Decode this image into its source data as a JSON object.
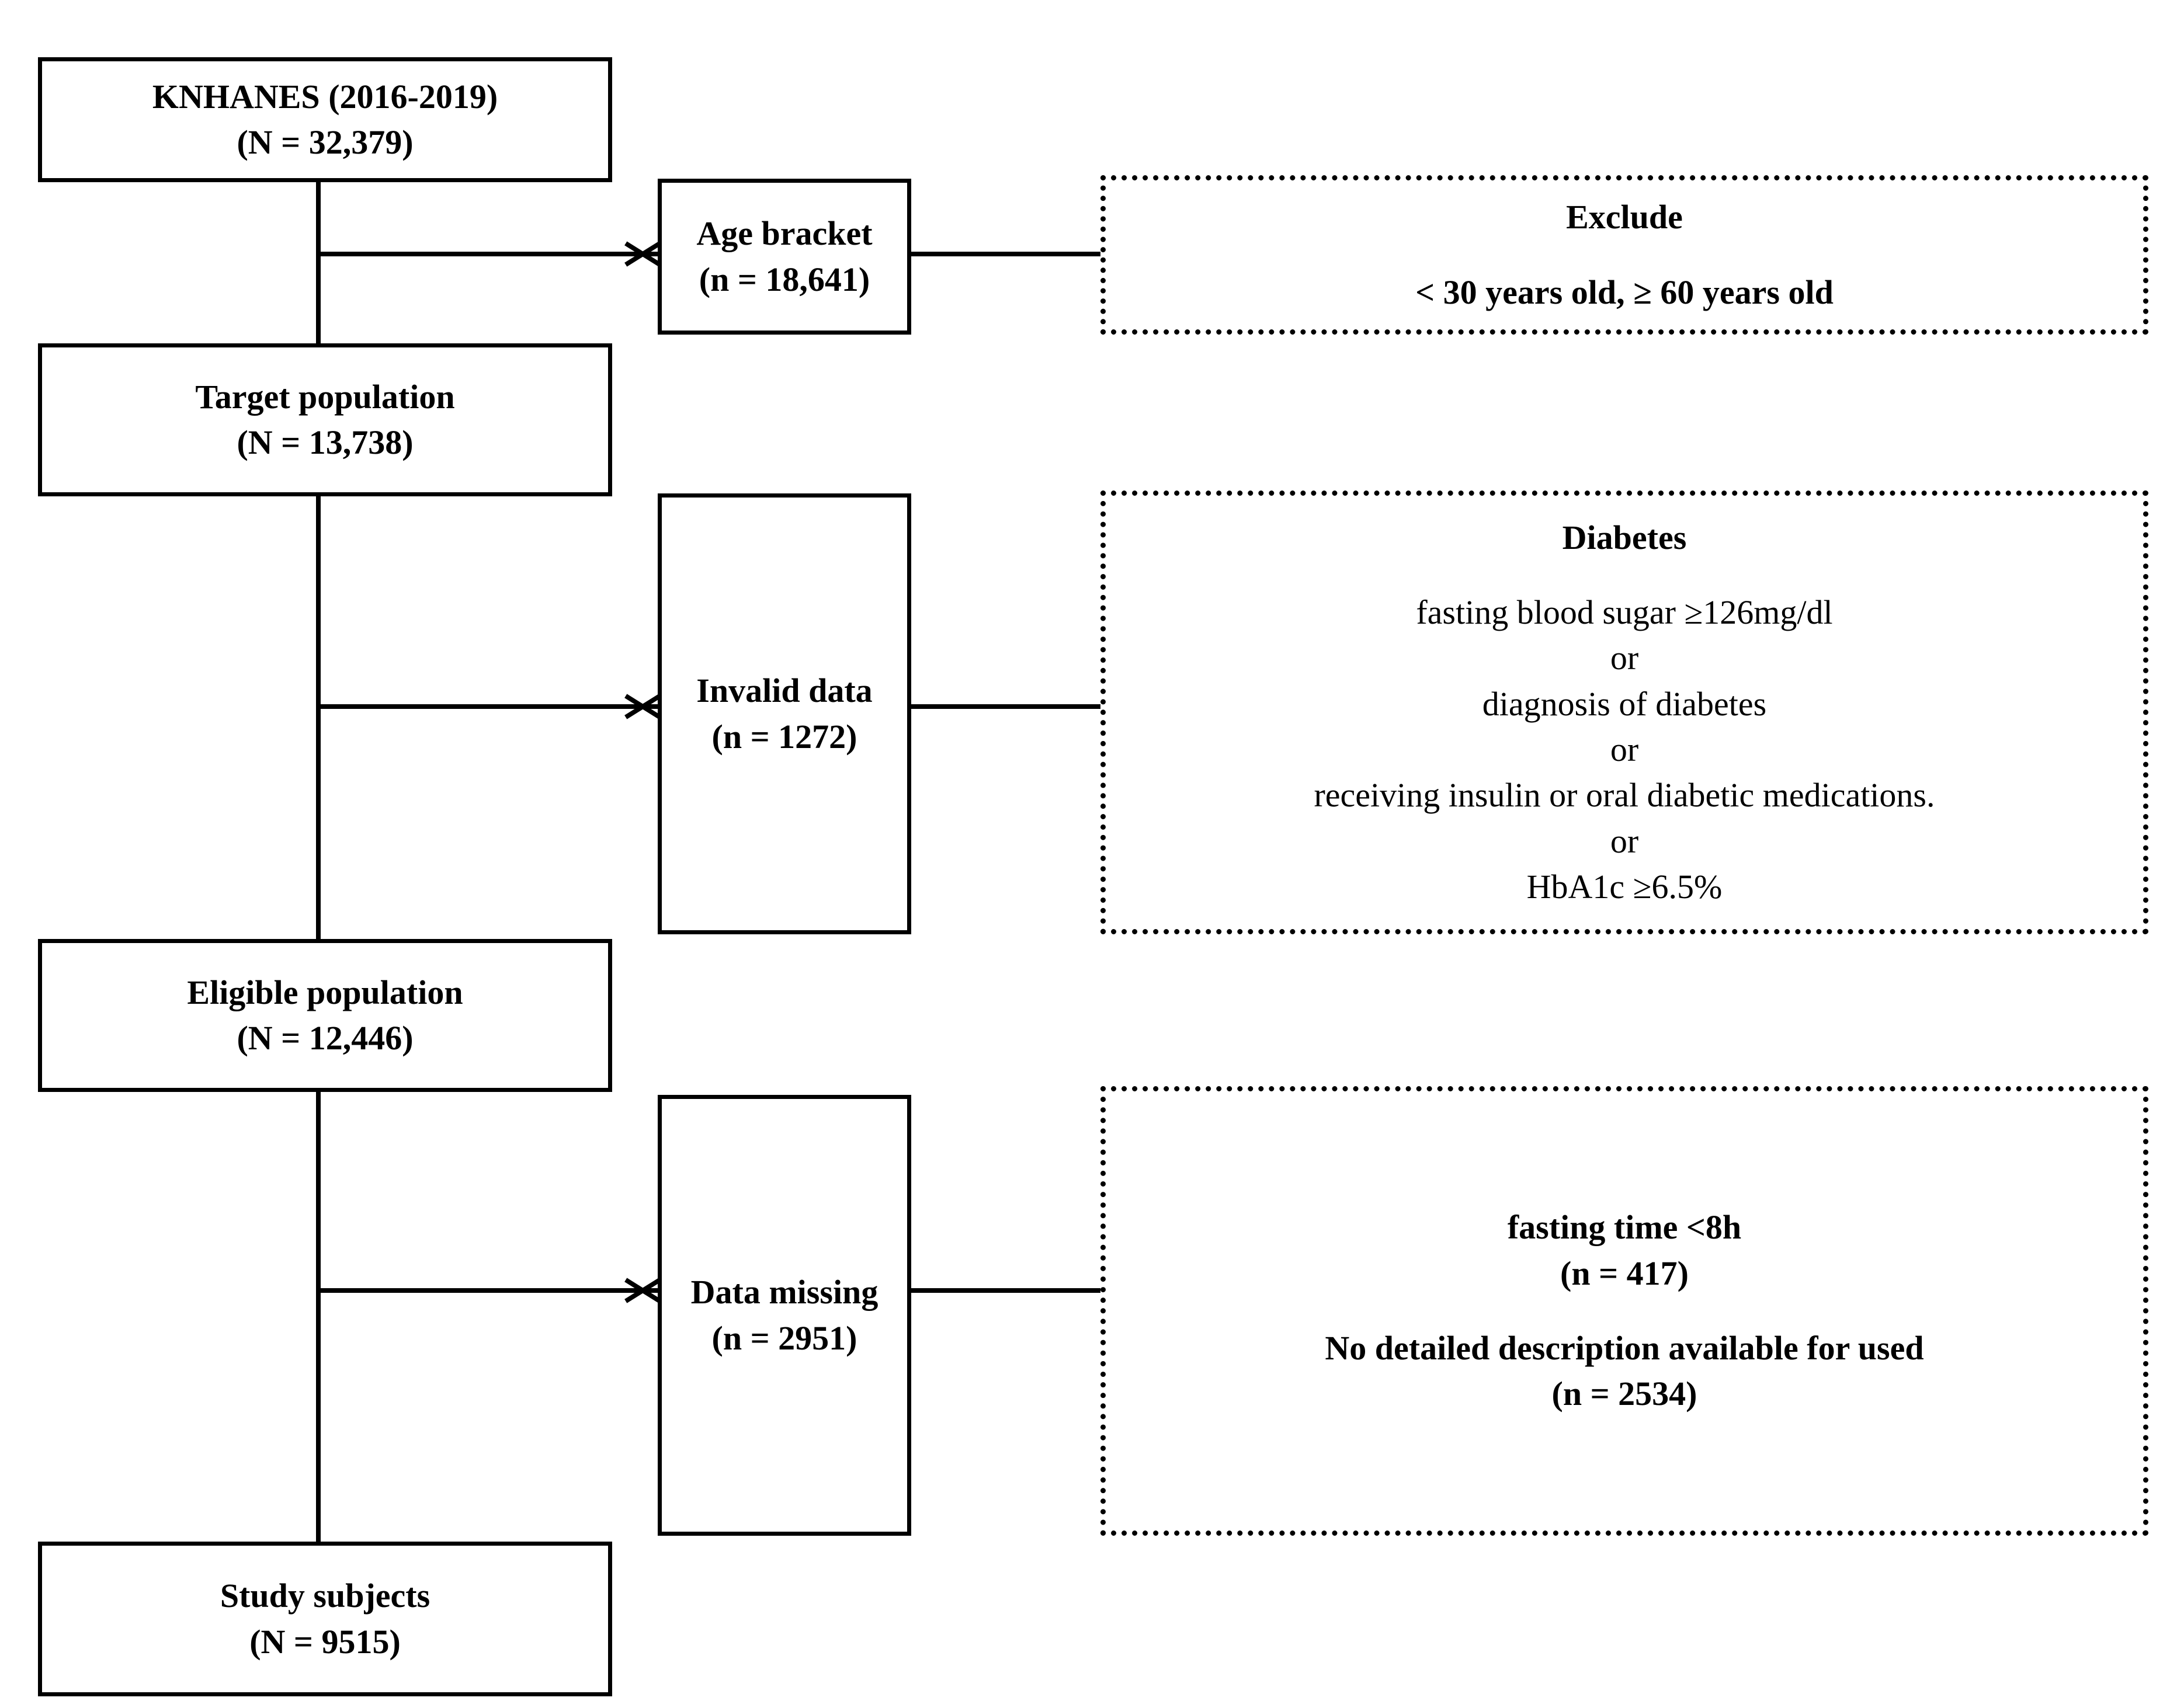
{
  "figure": {
    "type": "study-flow-diagram",
    "title": "KNHANES study participant selection flowchart"
  },
  "flow": {
    "main_nodes": [
      {
        "id": "source",
        "line1": "KNHANES (2016-2019)",
        "line2": "(N = 32,379)"
      },
      {
        "id": "target",
        "line1": "Target population",
        "line2": "(N = 13,738)"
      },
      {
        "id": "eligible",
        "line1": "Eligible population",
        "line2": "(N = 12,446)"
      },
      {
        "id": "study",
        "line1": "Study subjects",
        "line2": "(N = 9515)"
      }
    ],
    "exclusion_nodes": [
      {
        "id": "age",
        "line1": "Age bracket",
        "line2": "(n = 18,641)"
      },
      {
        "id": "invalid",
        "line1": "Invalid data",
        "line2": "(n = 1272)"
      },
      {
        "id": "missing",
        "line1": "Data missing",
        "line2": "(n = 2951)"
      }
    ],
    "criteria_nodes": [
      {
        "id": "exclude-criteria",
        "lines": [
          "Exclude",
          "< 30 years old, ≥ 60 years old"
        ]
      },
      {
        "id": "diabetes-criteria",
        "lines": [
          "Diabetes",
          "",
          "fasting blood sugar ≥126mg/dl",
          "or",
          "diagnosis of diabetes",
          "or",
          "receiving insulin or oral diabetic medications.",
          "or",
          "HbA1c ≥6.5%"
        ]
      },
      {
        "id": "missing-criteria",
        "lines": [
          "fasting time <8h",
          "(n = 417)",
          "",
          "No detailed description available for used",
          "(n = 2534)"
        ]
      }
    ]
  },
  "colors": {
    "stroke": "#000000",
    "text": "#000000",
    "background": "#ffffff"
  }
}
